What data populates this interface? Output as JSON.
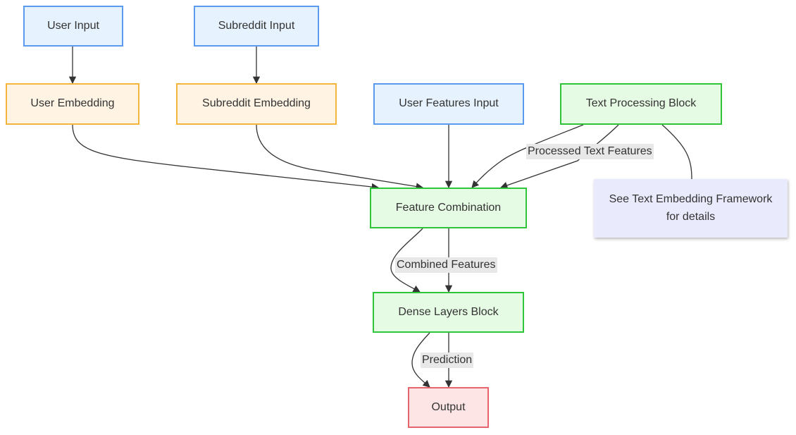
{
  "nodes": {
    "user_input": "User Input",
    "subreddit_input": "Subreddit Input",
    "user_embedding": "User Embedding",
    "subreddit_embedding": "Subreddit Embedding",
    "user_features_input": "User Features Input",
    "text_processing_block": "Text Processing Block",
    "feature_combination": "Feature Combination",
    "dense_layers_block": "Dense Layers Block",
    "output": "Output",
    "note": "See Text Embedding Framework for details"
  },
  "edge_labels": {
    "processed_text_features": "Processed Text Features",
    "combined_features": "Combined Features",
    "prediction": "Prediction"
  },
  "colors": {
    "input_fill": "#e6f2fe",
    "input_stroke": "#5b9bef",
    "embedding_fill": "#fff4e4",
    "embedding_stroke": "#f4b53c",
    "process_fill": "#e6fbe4",
    "process_stroke": "#2fc53a",
    "output_fill": "#fde5e6",
    "output_stroke": "#e8636c",
    "note_fill": "#eaeafd",
    "edge": "#333333",
    "edge_label_bg": "#e8e8e8"
  }
}
